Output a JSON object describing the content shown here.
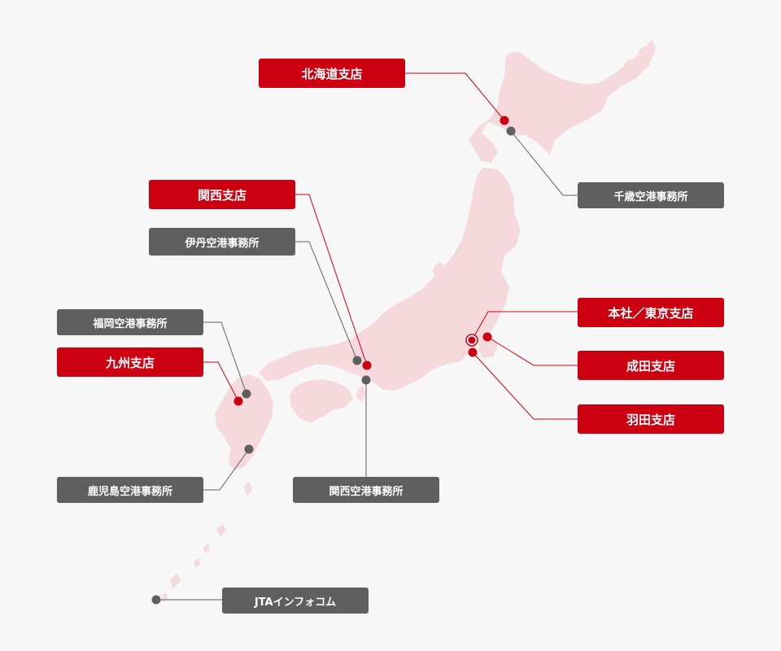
{
  "map": {
    "colors": {
      "land": "#f6d9dc",
      "branch": "#cc0010",
      "office": "#5f5f5f",
      "background": "#f7f7f7"
    },
    "offices": {
      "hokkaido_branch": {
        "label": "北海道支店",
        "kind": "branch"
      },
      "chitose_airport": {
        "label": "千歳空港事務所",
        "kind": "office"
      },
      "kansai_branch": {
        "label": "関西支店",
        "kind": "branch"
      },
      "itami_airport": {
        "label": "伊丹空港事務所",
        "kind": "office"
      },
      "fukuoka_airport": {
        "label": "福岡空港事務所",
        "kind": "office"
      },
      "kyushu_branch": {
        "label": "九州支店",
        "kind": "branch"
      },
      "kagoshima_airport": {
        "label": "鹿児島空港事務所",
        "kind": "office"
      },
      "kansai_airport": {
        "label": "関西空港事務所",
        "kind": "office"
      },
      "jta_infocom": {
        "label": "JTAインフォコム",
        "kind": "office"
      },
      "head_office": {
        "label": "本社／東京支店",
        "kind": "branch"
      },
      "narita_branch": {
        "label": "成田支店",
        "kind": "branch"
      },
      "haneda_branch": {
        "label": "羽田支店",
        "kind": "branch"
      }
    }
  }
}
